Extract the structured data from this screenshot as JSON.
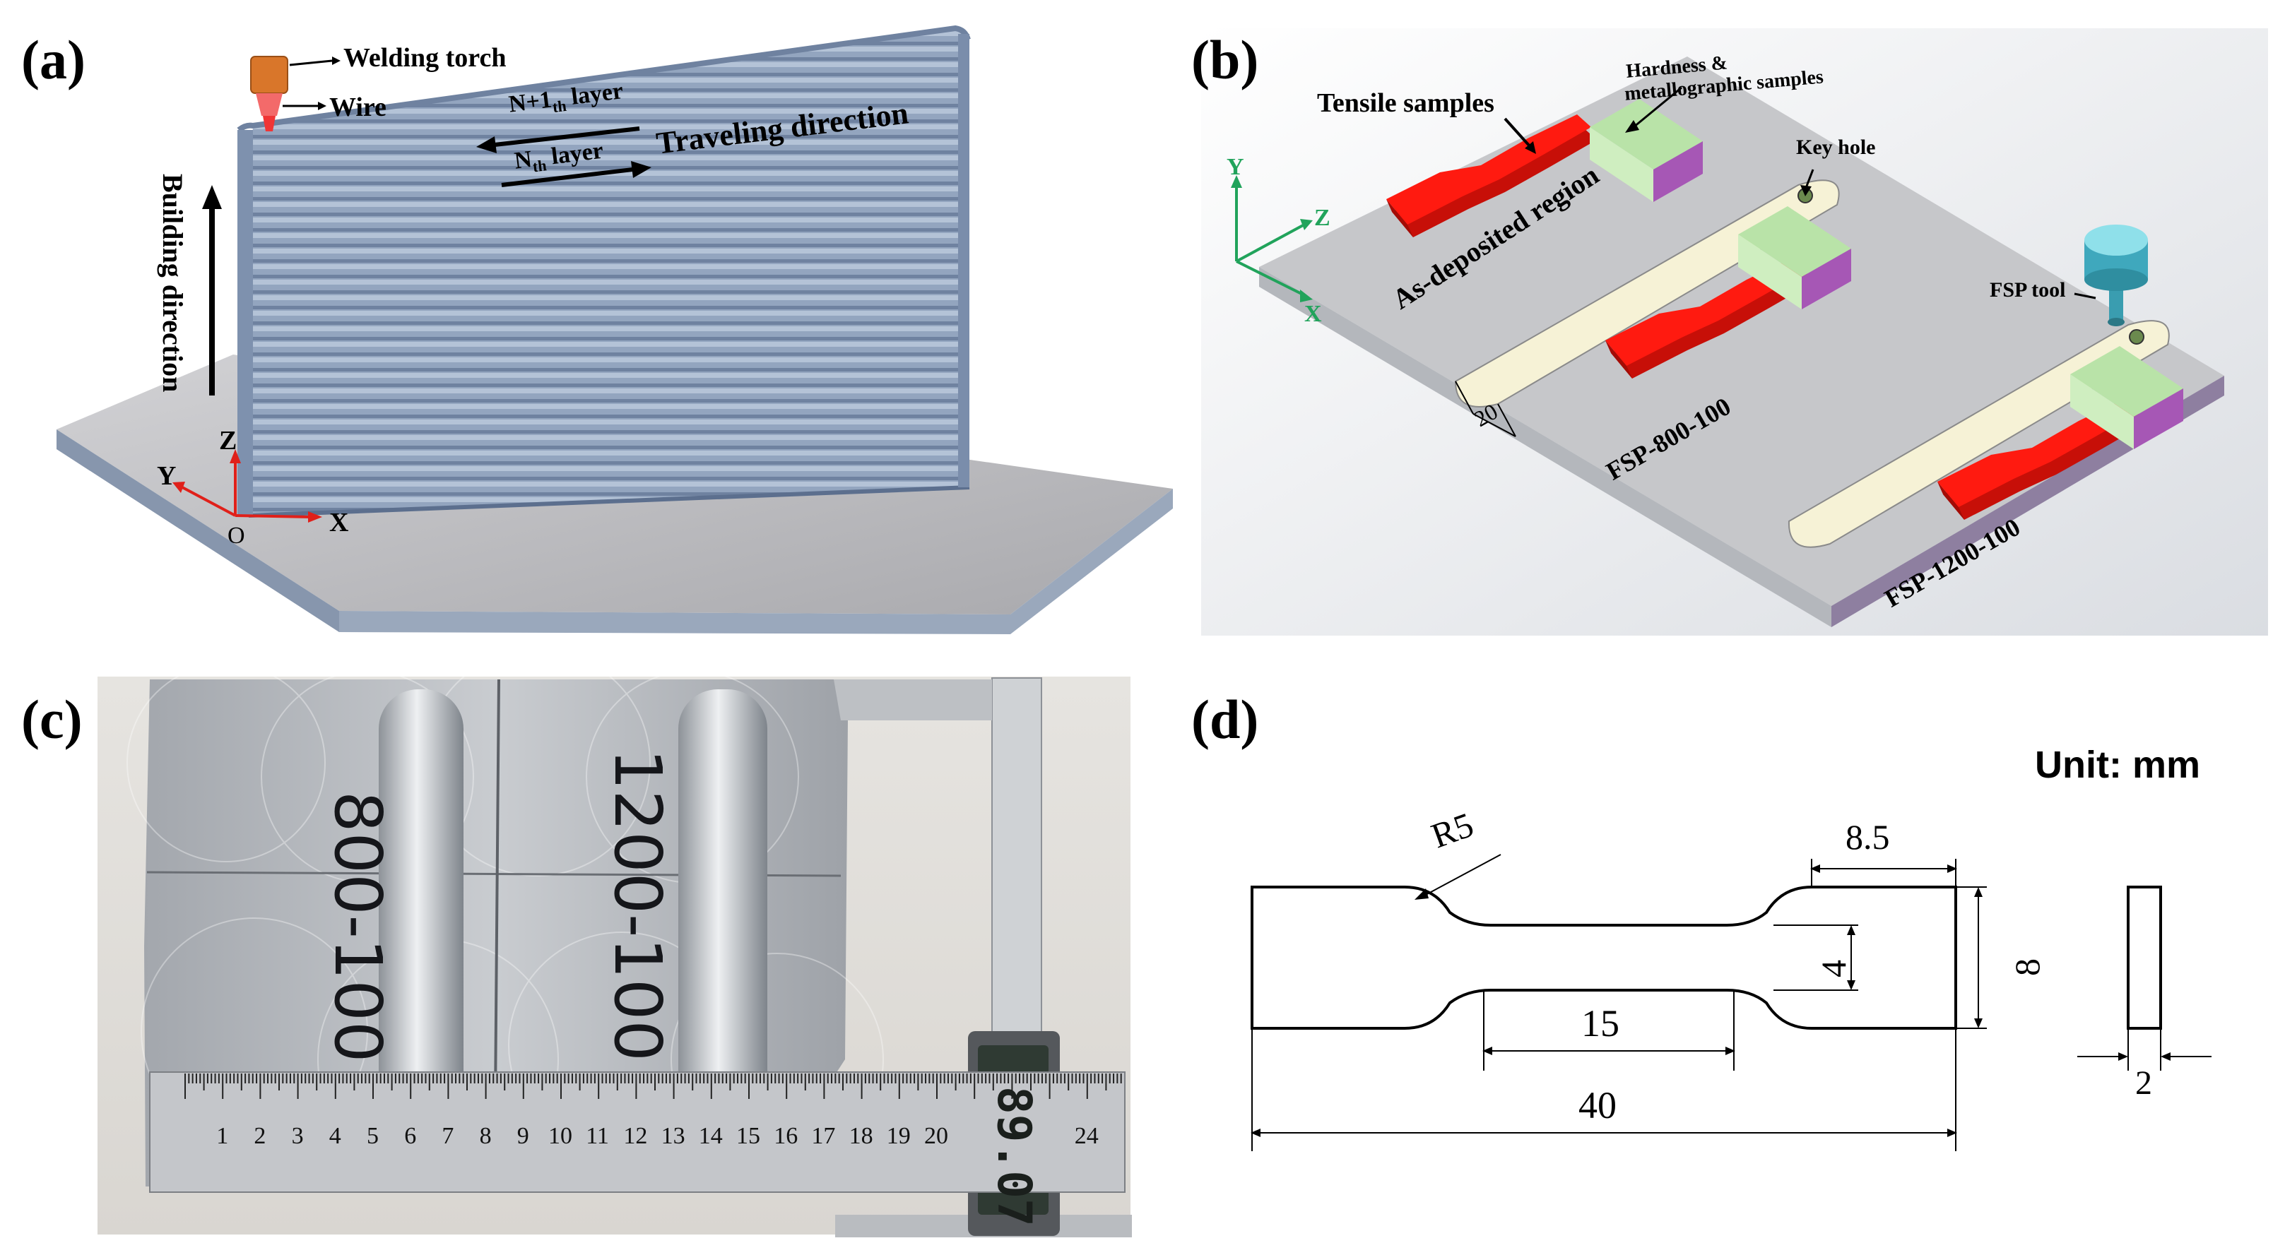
{
  "panels": {
    "a": {
      "letter": "(a)",
      "welding_torch": "Welding torch",
      "wire": "Wire",
      "layer_n1_main": "N+1",
      "layer_n1_sub": "th",
      "layer_n1_tail": " layer",
      "layer_n_main": "N",
      "layer_n_sub": "th",
      "layer_n_tail": " layer",
      "traveling_direction": "Traveling direction",
      "building_direction": "Building direction",
      "axis_z": "Z",
      "axis_y": "Y",
      "axis_x": "X",
      "axis_o": "O"
    },
    "b": {
      "letter": "(b)",
      "tensile_samples": "Tensile samples",
      "hardness_line1": "Hardness &",
      "hardness_line2": "metallographic samples",
      "key_hole": "Key hole",
      "as_deposited": "As-deposited region",
      "fsp_tool": "FSP tool",
      "fsp_800": "FSP-800-100",
      "fsp_1200": "FSP-1200-100",
      "dim_20": "20",
      "axis_y": "Y",
      "axis_z": "Z",
      "axis_x": "X"
    },
    "c": {
      "letter": "(c)",
      "handwriting_left": "800-100",
      "handwriting_right": "1200-100",
      "ruler_numbers": [
        "1",
        "2",
        "3",
        "4",
        "5",
        "6",
        "7",
        "8",
        "9",
        "10",
        "11",
        "12",
        "13",
        "14",
        "15",
        "16",
        "17",
        "18",
        "19",
        "20",
        "24"
      ],
      "caliper_reading": "89.07"
    },
    "d": {
      "letter": "(d)",
      "unit": "Unit: mm",
      "radius": "R5",
      "dim_8_5": "8.5",
      "dim_8": "8",
      "dim_4": "4",
      "dim_15": "15",
      "dim_40": "40",
      "dim_2": "2"
    }
  },
  "colors": {
    "plate_top": "#c9c9cc",
    "plate_edge": "#7d8aa3",
    "wall": "#8fa1bb",
    "tensile_red": "#e8140c",
    "hardness_green": "#b9e3a8",
    "hardness_purple": "#a657b5",
    "fsp_track": "#f6f2d6",
    "axis_green": "#21a35b",
    "axis_red": "#e0201a",
    "tool_cyan": "#5cc6d6",
    "aluminium": "#b9bcc0"
  }
}
